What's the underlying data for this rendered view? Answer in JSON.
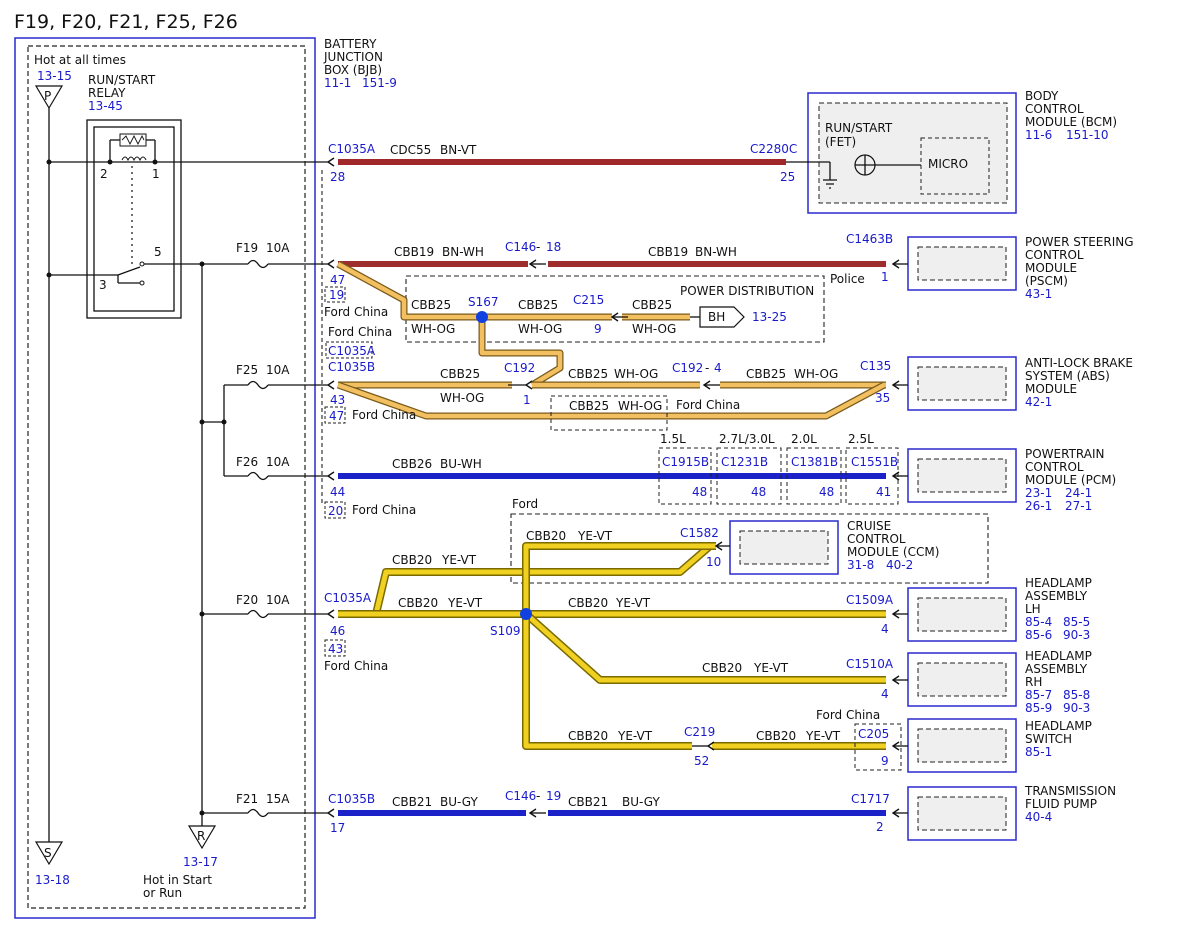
{
  "title": "F19, F20, F21, F25, F26",
  "colors": {
    "bn_vt": "#a0282b",
    "bn_wh": "#9e2e2e",
    "wh_og": "#e8b64a",
    "bu": "#1a22c8",
    "ye": "#f0d020",
    "splice": "#1040e0",
    "module_border": "#2a2ad0"
  },
  "left": {
    "hot_at_all_times": "Hot at all times",
    "p_ref": "13-15",
    "p_label": "P",
    "relay_name_1": "RUN/START",
    "relay_name_2": "RELAY",
    "relay_ref": "13-45",
    "relay_pins": [
      "2",
      "1",
      "5",
      "3"
    ],
    "s_label": "S",
    "s_ref": "13-18",
    "r_label": "R",
    "r_ref": "13-17",
    "hot_in_start_1": "Hot in Start",
    "hot_in_start_2": "or Run"
  },
  "bjb": {
    "line1": "BATTERY",
    "line2": "JUNCTION",
    "line3": "BOX (BJB)",
    "ref1": "11-1",
    "ref2": "151-9"
  },
  "fuses": [
    {
      "name": "F19",
      "rating": "10A"
    },
    {
      "name": "F25",
      "rating": "10A"
    },
    {
      "name": "F26",
      "rating": "10A"
    },
    {
      "name": "F20",
      "rating": "10A"
    },
    {
      "name": "F21",
      "rating": "15A"
    }
  ],
  "bcm": {
    "line1": "BODY",
    "line2": "CONTROL",
    "line3": "MODULE (BCM)",
    "ref1": "11-6",
    "ref2": "151-10",
    "run_start": "RUN/START",
    "fet": "(FET)",
    "micro": "MICRO",
    "wire_conn_left": "C1035A",
    "pin_left": "28",
    "circuit": "CDC55",
    "color": "BN-VT",
    "conn_right": "C2280C",
    "pin_right": "25"
  },
  "pscm": {
    "line1": "POWER STEERING",
    "line2": "CONTROL",
    "line3": "MODULE",
    "line4": "(PSCM)",
    "ref": "43-1",
    "pin_left": "47",
    "alt_pin": "19",
    "ford_china": "Ford China",
    "circuit_a": "CBB19",
    "color_a": "BN-WH",
    "inline": "C146",
    "inline_sep": "-",
    "inline_pin": "18",
    "circuit_b": "CBB19",
    "color_b": "BN-WH",
    "conn_right": "C1463B",
    "pin_right": "1",
    "police": "Police"
  },
  "power_dist": {
    "label": "POWER DISTRIBUTION",
    "circuit1": "CBB25",
    "color1": "WH-OG",
    "splice": "S167",
    "circuit2": "CBB25",
    "color2": "WH-OG",
    "inline": "C215",
    "inline_pin": "9",
    "circuit3": "CBB25",
    "color3": "WH-OG",
    "bh": "BH",
    "bh_ref": "13-25",
    "ford_china_label": "Ford China",
    "alt_conn": "C1035A"
  },
  "abs": {
    "line1": "ANTI-LOCK BRAKE",
    "line2": "SYSTEM (ABS)",
    "line3": "MODULE",
    "ref": "42-1",
    "conn_left": "C1035B",
    "pin_left": "43",
    "alt_pin": "47",
    "ford_china": "Ford China",
    "circuit_a": "CBB25",
    "color_a": "WH-OG",
    "inline_a": "C192",
    "inline_a_pin": "1",
    "circuit_b": "CBB25",
    "color_b": "WH-OG",
    "inline_b": "C192",
    "inline_b_sep": "-",
    "inline_b_pin": "4",
    "circuit_c": "CBB25",
    "color_c": "WH-OG",
    "conn_right": "C135",
    "pin_right": "35",
    "fc_circuit": "CBB25",
    "fc_color": "WH-OG",
    "fc_label": "Ford China"
  },
  "pcm": {
    "line1": "POWERTRAIN",
    "line2": "CONTROL",
    "line3": "MODULE (PCM)",
    "ref1": "23-1",
    "ref2": "24-1",
    "ref3": "26-1",
    "ref4": "27-1",
    "pin_left": "44",
    "alt_pin": "20",
    "ford_china": "Ford China",
    "circuit": "CBB26",
    "color": "BU-WH",
    "variants": [
      {
        "engine": "1.5L",
        "conn": "C1915B",
        "pin": "48"
      },
      {
        "engine": "2.7L/3.0L",
        "conn": "C1231B",
        "pin": "48"
      },
      {
        "engine": "2.0L",
        "conn": "C1381B",
        "pin": "48"
      },
      {
        "engine": "2.5L",
        "conn": "C1551B",
        "pin": "41"
      }
    ]
  },
  "ccm": {
    "line1": "CRUISE",
    "line2": "CONTROL",
    "line3": "MODULE (CCM)",
    "ref1": "31-8",
    "ref2": "40-2",
    "ford": "Ford",
    "circuit": "CBB20",
    "color": "YE-VT",
    "conn": "C1582",
    "pin": "10"
  },
  "hl": {
    "conn_left": "C1035A",
    "pin_left": "46",
    "alt_pin": "43",
    "ford_china": "Ford China",
    "up_circuit": "CBB20",
    "up_color": "YE-VT",
    "circuit_a": "CBB20",
    "color_a": "YE-VT",
    "splice": "S109",
    "lh_circuit": "CBB20",
    "lh_color": "YE-VT",
    "lh_conn": "C1509A",
    "lh_pin": "4",
    "lh_line1": "HEADLAMP",
    "lh_line2": "ASSEMBLY",
    "lh_line3": "LH",
    "lh_r1": "85-4",
    "lh_r2": "85-5",
    "lh_r3": "85-6",
    "lh_r4": "90-3",
    "rh_circuit": "CBB20",
    "rh_color": "YE-VT",
    "rh_conn": "C1510A",
    "rh_pin": "4",
    "rh_line1": "HEADLAMP",
    "rh_line2": "ASSEMBLY",
    "rh_line3": "RH",
    "rh_r1": "85-7",
    "rh_r2": "85-8",
    "rh_r3": "85-9",
    "rh_r4": "90-3",
    "sw_circuit_a": "CBB20",
    "sw_color_a": "YE-VT",
    "sw_inline": "C219",
    "sw_inline_pin": "52",
    "sw_circuit_b": "CBB20",
    "sw_color_b": "YE-VT",
    "sw_ford_china": "Ford China",
    "sw_conn": "C205",
    "sw_pin": "9",
    "sw_line1": "HEADLAMP",
    "sw_line2": "SWITCH",
    "sw_ref": "85-1"
  },
  "tfp": {
    "line1": "TRANSMISSION",
    "line2": "FLUID PUMP",
    "ref": "40-4",
    "conn_left": "C1035B",
    "pin_left": "17",
    "circuit_a": "CBB21",
    "color_a": "BU-GY",
    "inline": "C146",
    "inline_sep": "-",
    "inline_pin": "19",
    "circuit_b": "CBB21",
    "color_b": "BU-GY",
    "conn_right": "C1717",
    "pin_right": "2"
  }
}
